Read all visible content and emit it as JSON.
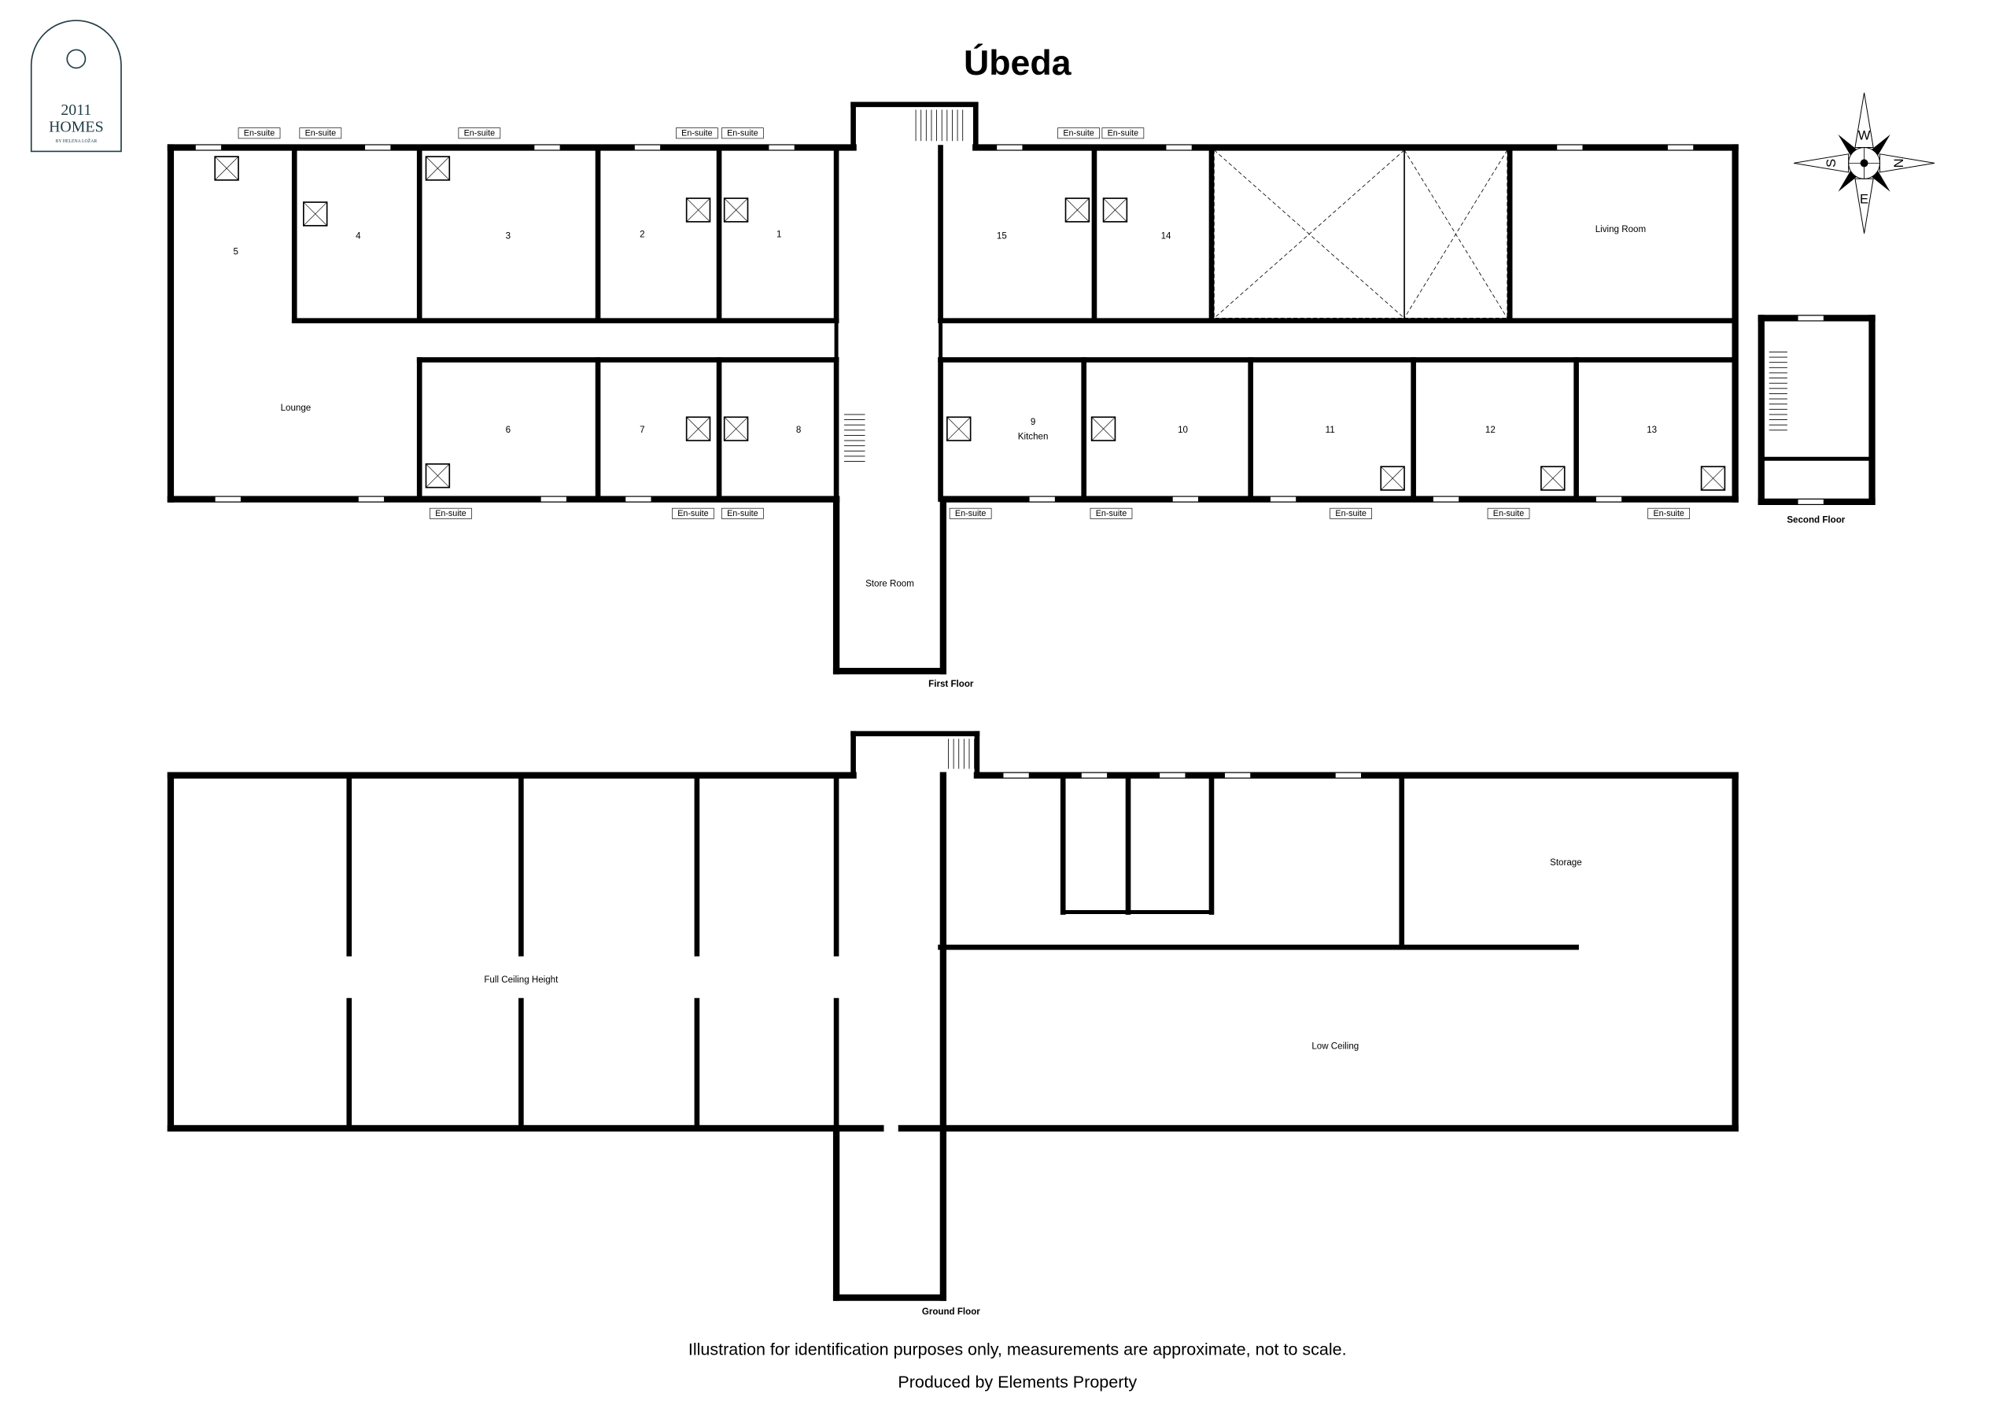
{
  "logo": {
    "line1": "2011",
    "line2": "HOMES",
    "line3": "BY HELENA LOŽAR",
    "color": "#1f3d45"
  },
  "title": "Úbeda",
  "compass": {
    "n": "N",
    "s": "S",
    "e": "E",
    "w": "W"
  },
  "first_floor": {
    "label": "First Floor",
    "rooms": {
      "r5": "5",
      "r4": "4",
      "r3": "3",
      "r2": "2",
      "r1": "1",
      "r15": "15",
      "r14": "14",
      "living": "Living Room",
      "lounge": "Lounge",
      "r6": "6",
      "r7": "7",
      "r8": "8",
      "r9": "9",
      "kitchen": "Kitchen",
      "r10": "10",
      "r11": "11",
      "r12": "12",
      "r13": "13",
      "store": "Store Room"
    },
    "ensuite_top": [
      "En-suite",
      "En-suite",
      "En-suite",
      "En-suite",
      "En-suite",
      "En-suite",
      "En-suite"
    ],
    "ensuite_bottom": [
      "En-suite",
      "En-suite",
      "En-suite",
      "En-suite",
      "En-suite",
      "En-suite",
      "En-suite",
      "En-suite"
    ]
  },
  "second_floor": {
    "label": "Second Floor"
  },
  "ground_floor": {
    "label": "Ground Floor",
    "rooms": {
      "full": "Full Ceiling Height",
      "low": "Low Ceiling",
      "storage": "Storage"
    }
  },
  "footer": {
    "disclaimer": "Illustration for identification purposes only, measurements are approximate, not to scale.",
    "credit": "Produced by Elements Property"
  }
}
